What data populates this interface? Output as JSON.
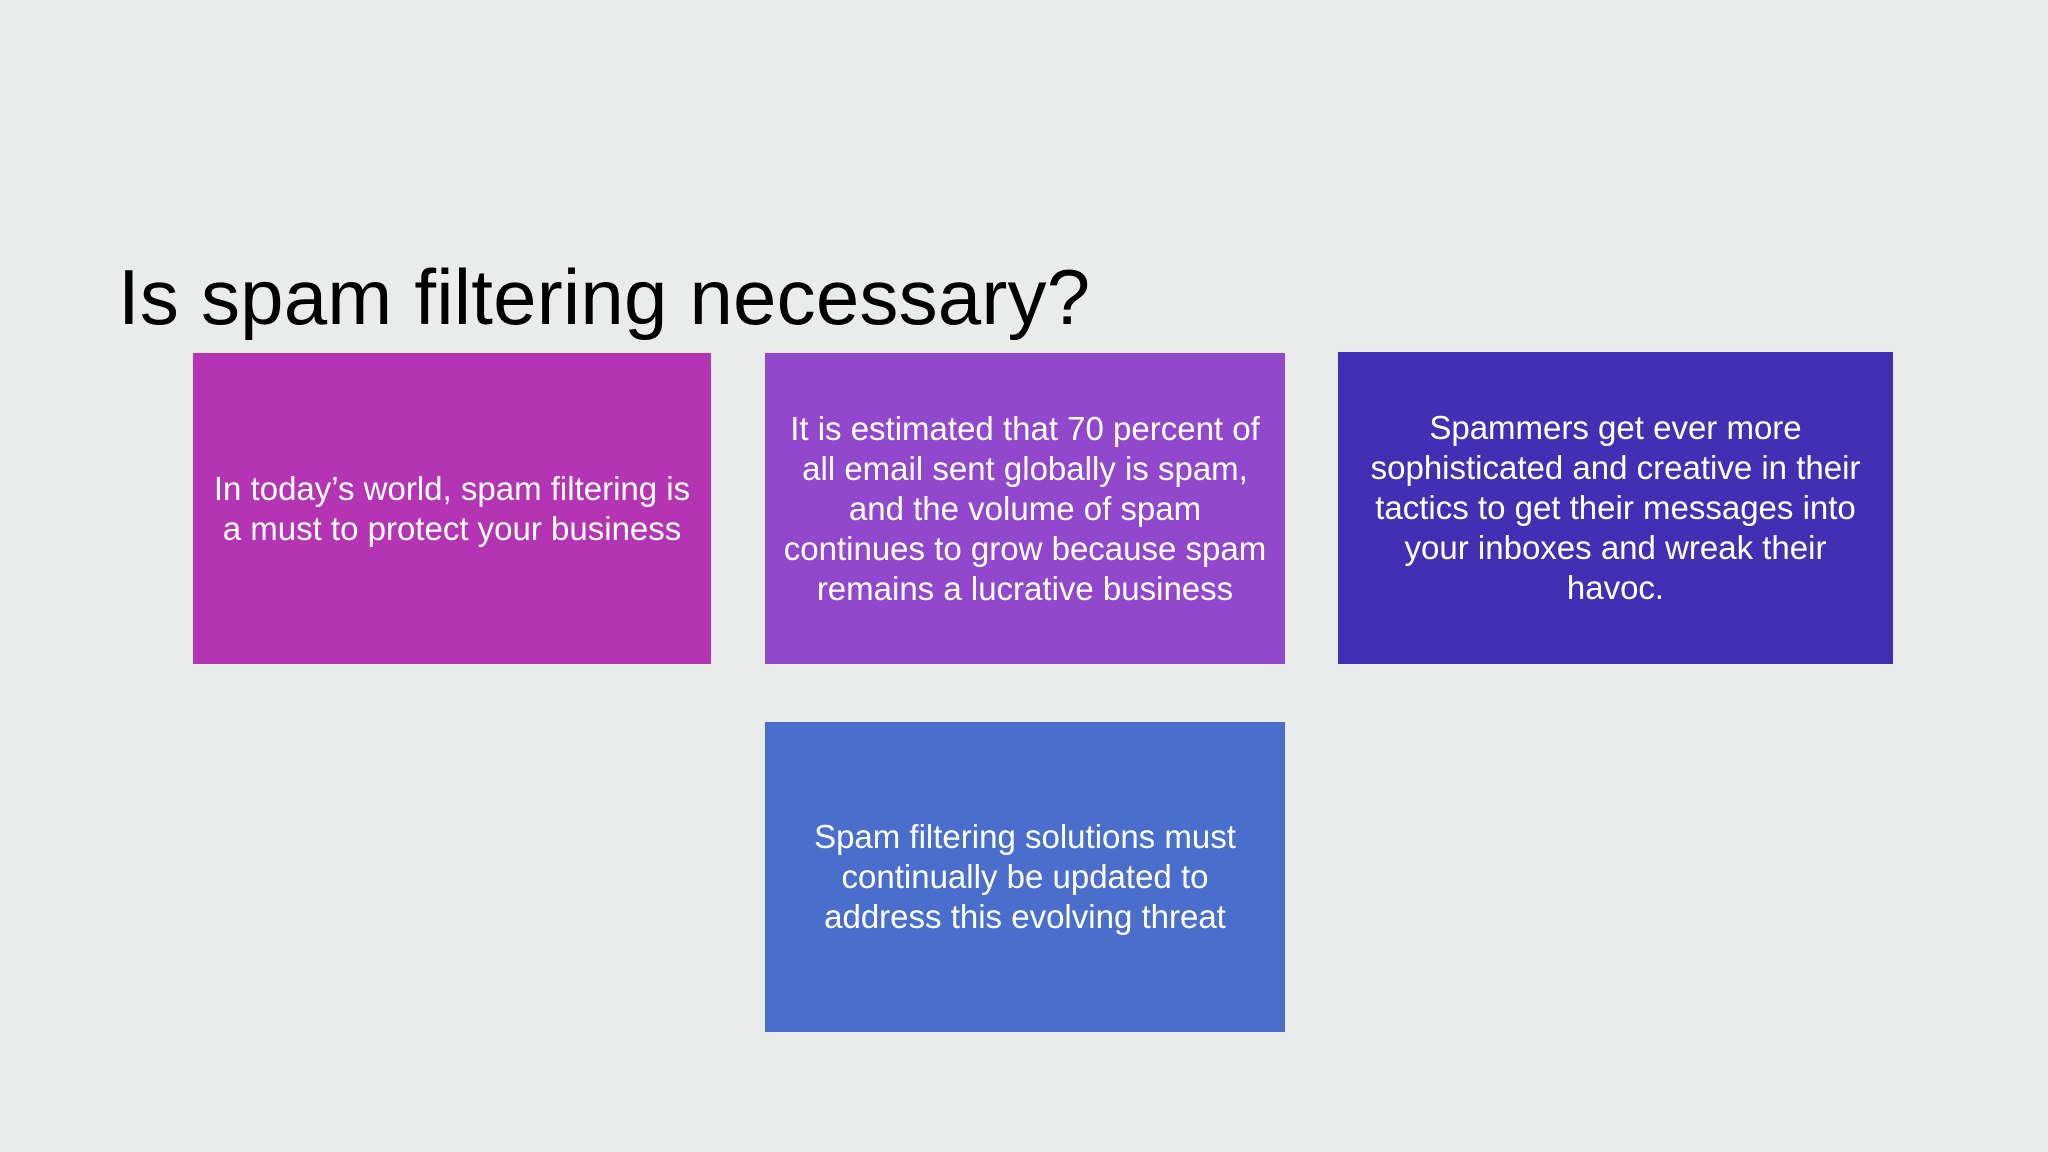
{
  "slide": {
    "background_color": "#eaebeb",
    "title": "Is spam filtering necessary?",
    "title_color": "#000000",
    "cards": [
      {
        "id": "card-1",
        "text": "In today’s world, spam filtering is a must to protect your business",
        "background_color": "#b434b4",
        "text_color": "#ffffff"
      },
      {
        "id": "card-2",
        "text": "It is estimated that 70 percent of all email sent globally is spam, and the volume of spam continues to grow because spam remains a lucrative business",
        "background_color": "#9248cd",
        "text_color": "#ffffff"
      },
      {
        "id": "card-3",
        "text": "Spammers get ever more sophisticated and creative in their tactics to get their messages into your inboxes and wreak their havoc.",
        "background_color": "#432fb3",
        "text_color": "#ffffff"
      },
      {
        "id": "card-4",
        "text": "Spam filtering solutions must continually be updated to address this evolving threat",
        "background_color": "#4a6ecb",
        "text_color": "#ffffff"
      }
    ]
  }
}
